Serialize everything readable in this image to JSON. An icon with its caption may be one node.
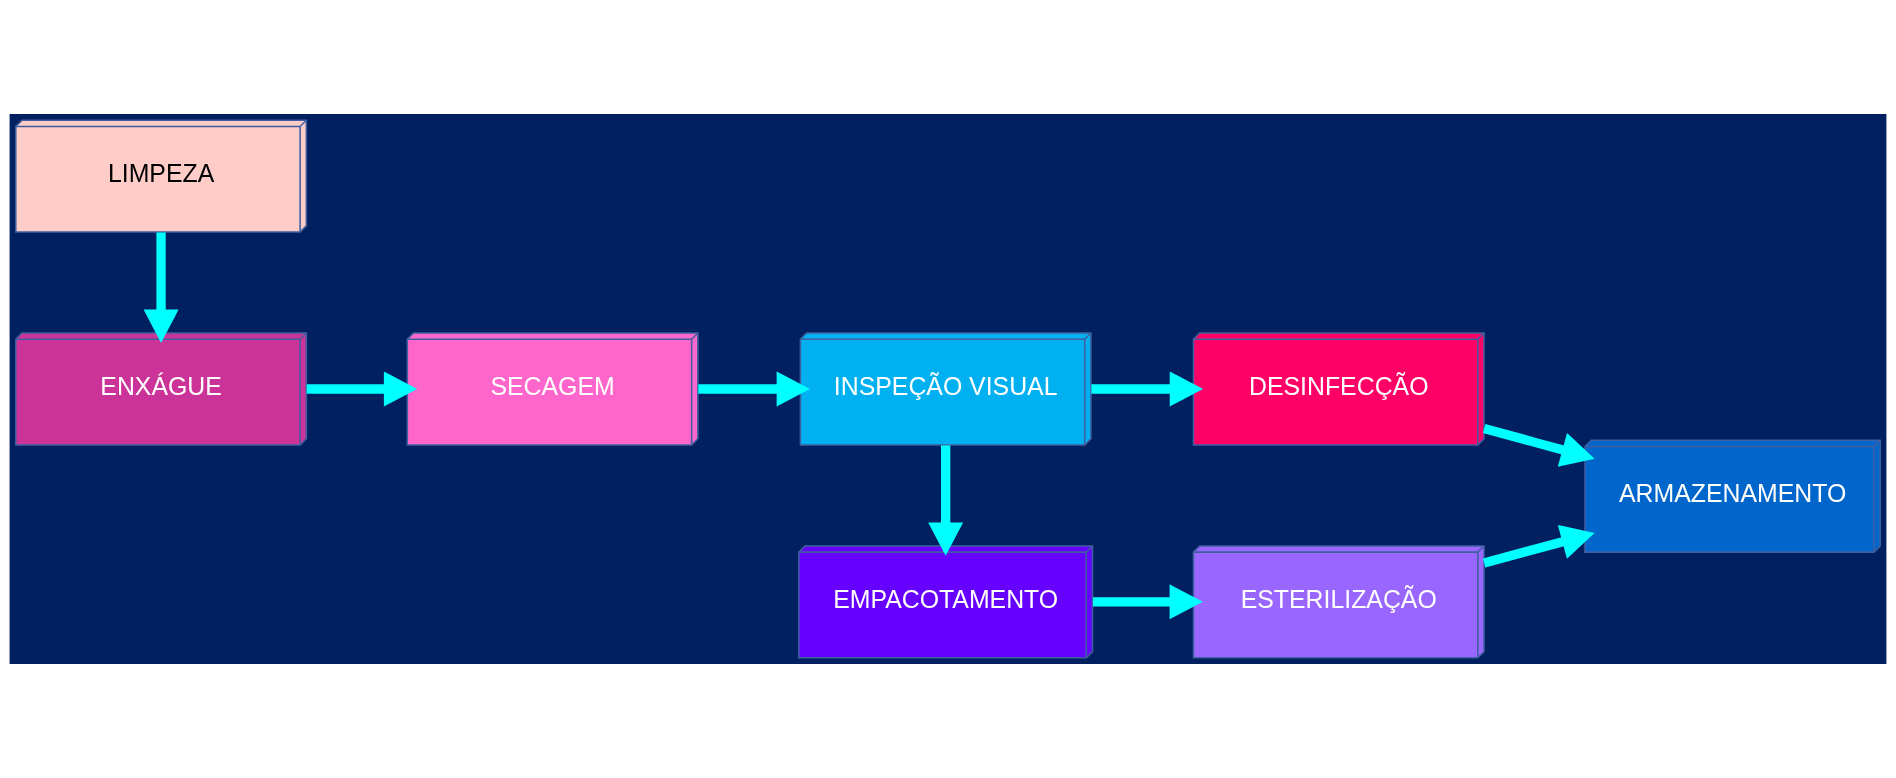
{
  "diagram": {
    "nodes": [
      {
        "text": [
          "LIMPEZA"
        ]
      },
      {
        "text": [
          "ENXÁGUE"
        ]
      },
      {
        "text": [
          "SECAGEM"
        ]
      },
      {
        "text": [
          "INSPEÇÃO VISUAL"
        ]
      },
      {
        "text": [
          "DESINFECÇÃO"
        ]
      },
      {
        "text": [
          "EMPACOTAMENTO"
        ]
      },
      {
        "text": [
          "ESTERILIZAÇÃO"
        ]
      },
      {
        "text": [
          "ARMAZENAMENTO"
        ]
      }
    ],
    "edges": [
      {
        "from": 0,
        "to": 1,
        "arrow": "to"
      },
      {
        "from": 1,
        "to": 2,
        "arrow": "to"
      },
      {
        "from": 2,
        "to": 3,
        "arrow": "to"
      },
      {
        "from": 3,
        "to": 4,
        "arrow": "to"
      },
      {
        "from": 3,
        "to": 5,
        "arrow": "to"
      },
      {
        "from": 5,
        "to": 6,
        "arrow": "to"
      },
      {
        "from": 4,
        "to": 7,
        "arrow": "to"
      },
      {
        "from": 6,
        "to": 7,
        "arrow": "to"
      }
    ]
  }
}
